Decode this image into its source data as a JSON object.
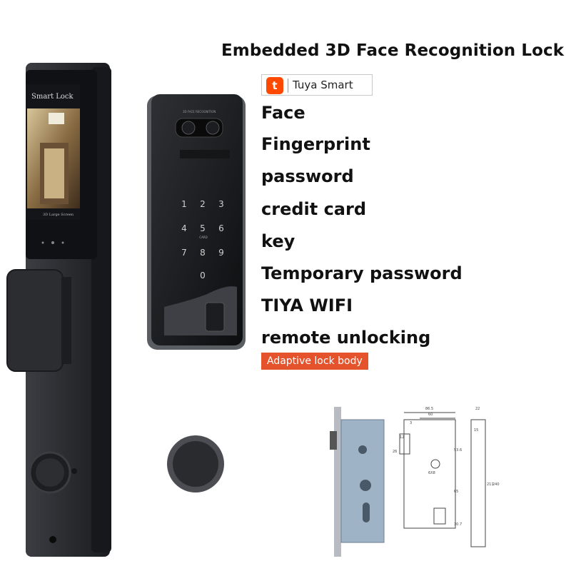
{
  "heading": "Embedded 3D Face Recognition Lock",
  "brand": {
    "name": "Tuya Smart",
    "logo_letter": "t",
    "color": "#ff4800"
  },
  "features": [
    "Face",
    "Fingerprint",
    "password",
    "credit card",
    "key",
    "Temporary password",
    "TIYA WIFI",
    "remote unlocking"
  ],
  "badge": {
    "label": "Adaptive lock body",
    "color": "#e5532d"
  },
  "device": {
    "screen_brand": "Smart Lock",
    "screen_caption": "3D Large Screen",
    "keypad_header": "3D FACE RECOGNITION",
    "keypad_keys": [
      "1",
      "2",
      "3",
      "4",
      "5",
      "6",
      "7",
      "8",
      "9",
      "",
      "0",
      ""
    ],
    "card_label": "CARD"
  },
  "diagram": {
    "dims_top": [
      "86.5",
      "60",
      "3"
    ],
    "dims_left": [
      "12",
      "26"
    ],
    "dims_right": [
      "53.6",
      "65",
      "30.7"
    ],
    "dims_side": [
      "22",
      "15",
      "211",
      "240"
    ],
    "label_center": "6X8"
  }
}
